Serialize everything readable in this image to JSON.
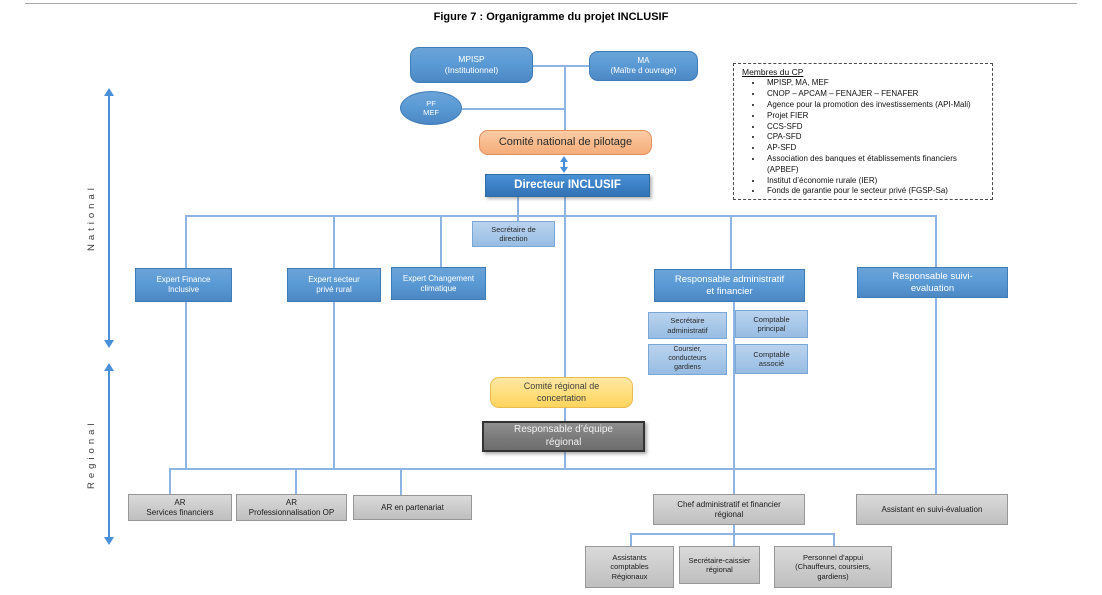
{
  "figure": {
    "title": "Figure 7 : Organigramme du projet INCLUSIF"
  },
  "scope_labels": {
    "national": "National",
    "regional": "Regional"
  },
  "nodes": {
    "mpisp": "MPISP\n(Institutionnel)",
    "ma": "MA\n(Maître d ouvrage)",
    "pf_mef": "PF\nMEF",
    "comite_national": "Comité national de pilotage",
    "directeur": "Directeur INCLUSIF",
    "secretaire_direction": "Secrétaire de\ndirection",
    "expert_finance": "Expert Finance\nInclusive",
    "expert_secteur": "Expert secteur\nprivé rural",
    "expert_changement": "Expert Changement\nclimatique",
    "resp_admin": "Responsable administratif\net financier",
    "resp_suivi": "Responsable suivi-\nevaluation",
    "secretaire_administratif": "Secrétaire\nadministratif",
    "comptable_principal": "Comptable\nprincipal",
    "coursier": "Coursier,\nconducteurs\ngardiens",
    "comptable_associe": "Comptable\nassocié",
    "comite_regional": "Comité régional de\nconcertation",
    "resp_equipe": "Responsable d’équipe\nrégional",
    "ar_services": "AR\nServices financiers",
    "ar_professionnalisation": "AR\nProfessionnalisation OP",
    "ar_partenariat": "AR en partenariat",
    "chef_admin": "Chef administratif et financier\nrégional",
    "assistant_suivi": "Assistant en suivi-évaluation",
    "assistants_comptables": "Assistants\ncomptables\nRégionaux",
    "secretaire_caissier": "Secrétaire-caissier\nrégional",
    "personnel_appui": "Personnel d’appui\n(Chauffeurs, coursiers,\ngardiens)"
  },
  "membres_cp": {
    "title": "Membres du CP",
    "items": [
      "MPISP, MA, MEF",
      "CNOP – APCAM – FENAJER – FENAFER",
      "Agence pour la promotion des investissements (API-Mali)",
      "Projet FIER",
      "CCS-SFD",
      "CPA-SFD",
      "AP-SFD",
      "Association des banques et établissements financiers (APBEF)",
      "Institut d’économie rurale (IER)",
      "Fonds de garantie pour le secteur privé (FGSP-Sa)"
    ]
  },
  "colors": {
    "node_blue": "#5B9BD5",
    "node_blue_border": "#3F7CB8",
    "directeur_blue": "#3B7FC4",
    "light_blue": "#A5C6E8",
    "orange_fill": "#F8BA8C",
    "orange_border": "#E78F5C",
    "yellow_fill": "#FFD966",
    "yellow_border": "#E9BC4F",
    "dark_gray": "#7A7A7A",
    "light_gray": "#CBCBCB",
    "connector_blue": "#8EB4E3",
    "arrow_blue": "#4A90D9"
  }
}
